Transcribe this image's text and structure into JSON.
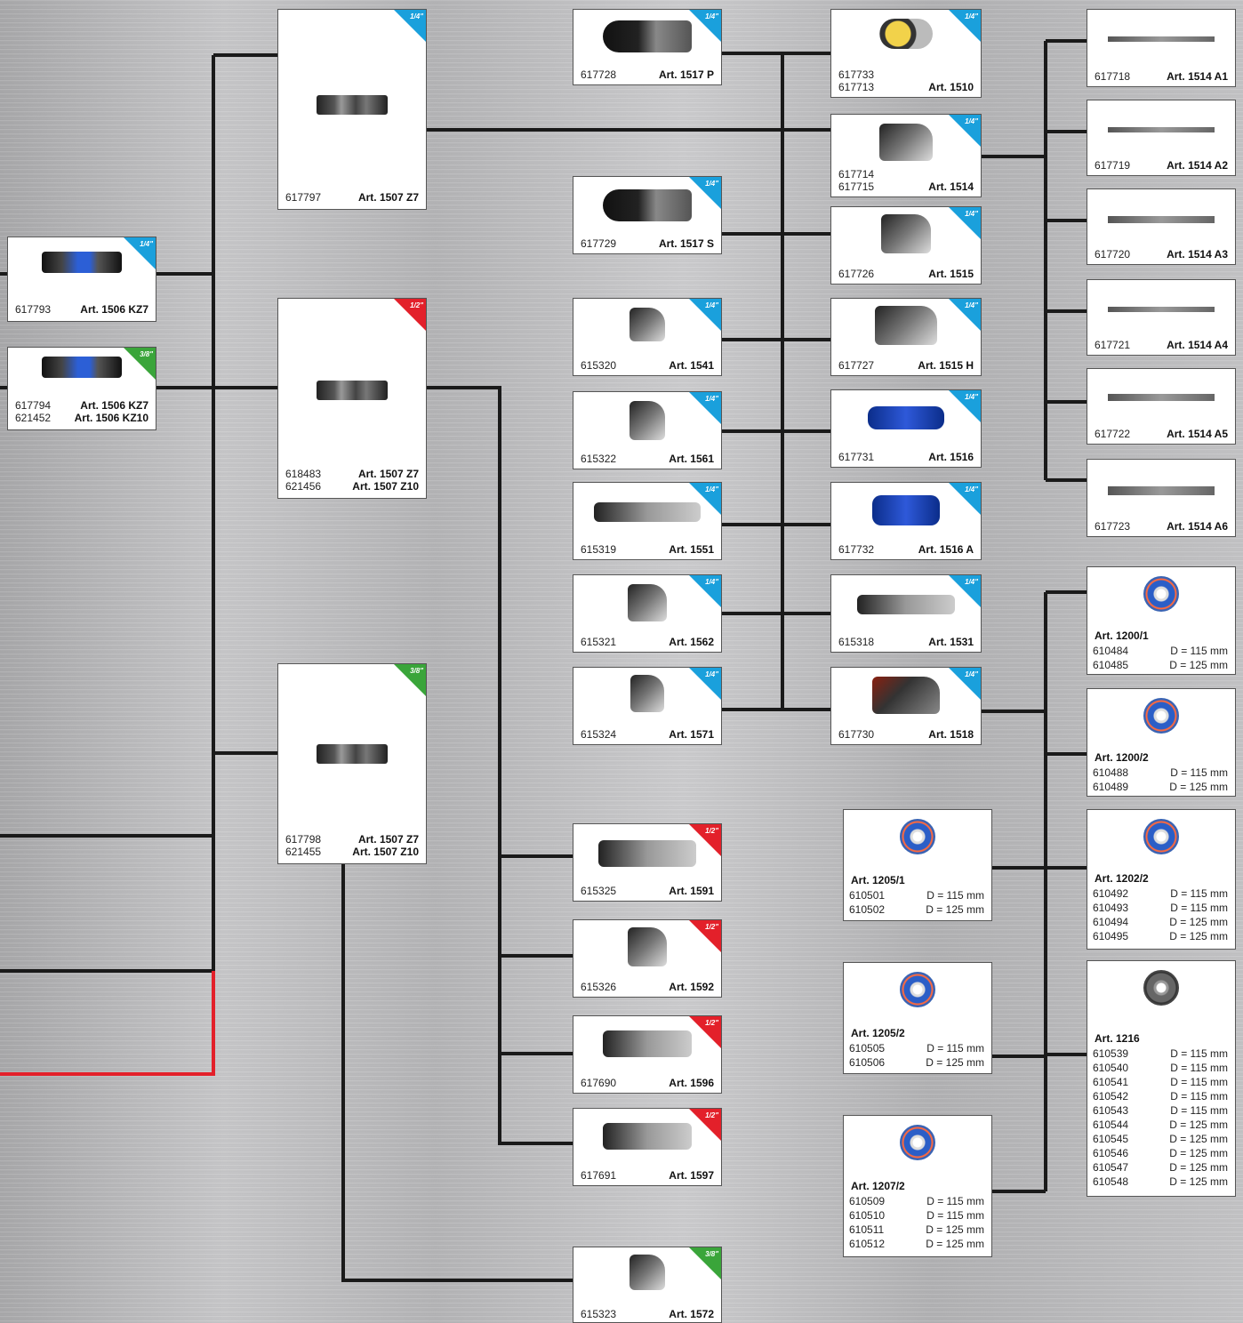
{
  "colors": {
    "line": "#111111",
    "red_line": "#e3202a",
    "badge_blue": "#1aa0dc",
    "badge_red": "#e3202a",
    "badge_green": "#3aa53a"
  },
  "cards": [
    {
      "id": "c1506kz7",
      "codes": [
        "617793"
      ],
      "arts": [
        "Art. 1506 KZ7"
      ],
      "badge": "1/4\"",
      "icon": "coupler-blue-icon"
    },
    {
      "id": "c1506kz10",
      "codes": [
        "617794",
        "621452"
      ],
      "arts": [
        "Art. 1506 KZ7",
        "Art. 1506 KZ10"
      ],
      "badge": "3/8\"",
      "icon": "coupler-blue-icon"
    },
    {
      "id": "c1507a",
      "codes": [
        "617797"
      ],
      "arts": [
        "Art. 1507 Z7"
      ],
      "badge": "1/4\"",
      "icon": "coupler-icon"
    },
    {
      "id": "c1507b",
      "codes": [
        "618483",
        "621456"
      ],
      "arts": [
        "Art. 1507 Z7",
        "Art. 1507 Z10"
      ],
      "badge": "1/2\"",
      "icon": "coupler-icon"
    },
    {
      "id": "c1507c",
      "codes": [
        "617798",
        "621455"
      ],
      "arts": [
        "Art. 1507 Z7",
        "Art. 1507 Z10"
      ],
      "badge": "3/8\"",
      "icon": "coupler-icon"
    },
    {
      "id": "c1517p",
      "codes": [
        "617728"
      ],
      "arts": [
        "Art. 1517 P"
      ],
      "badge": "1/4\"",
      "icon": "sander-icon"
    },
    {
      "id": "c1517s",
      "codes": [
        "617729"
      ],
      "arts": [
        "Art. 1517 S"
      ],
      "badge": "1/4\"",
      "icon": "sander-icon"
    },
    {
      "id": "c1541",
      "codes": [
        "615320"
      ],
      "arts": [
        "Art. 1541"
      ],
      "badge": "1/4\"",
      "icon": "impact-wrench-icon"
    },
    {
      "id": "c1561",
      "codes": [
        "615322"
      ],
      "arts": [
        "Art. 1561"
      ],
      "badge": "1/4\"",
      "icon": "impact-wrench-icon"
    },
    {
      "id": "c1551",
      "codes": [
        "615319"
      ],
      "arts": [
        "Art. 1551"
      ],
      "badge": "1/4\"",
      "icon": "ratchet-icon"
    },
    {
      "id": "c1562",
      "codes": [
        "615321"
      ],
      "arts": [
        "Art. 1562"
      ],
      "badge": "1/4\"",
      "icon": "impact-wrench-icon"
    },
    {
      "id": "c1571",
      "codes": [
        "615324"
      ],
      "arts": [
        "Art. 1571"
      ],
      "badge": "1/4\"",
      "icon": "impact-wrench-icon"
    },
    {
      "id": "c1591",
      "codes": [
        "615325"
      ],
      "arts": [
        "Art. 1591"
      ],
      "badge": "1/2\"",
      "icon": "long-impact-wrench-icon"
    },
    {
      "id": "c1592",
      "codes": [
        "615326"
      ],
      "arts": [
        "Art. 1592"
      ],
      "badge": "1/2\"",
      "icon": "impact-wrench-icon"
    },
    {
      "id": "c1596",
      "codes": [
        "617690"
      ],
      "arts": [
        "Art. 1596"
      ],
      "badge": "1/2\"",
      "icon": "long-impact-wrench-icon"
    },
    {
      "id": "c1597",
      "codes": [
        "617691"
      ],
      "arts": [
        "Art. 1597"
      ],
      "badge": "1/2\"",
      "icon": "long-impact-wrench-icon"
    },
    {
      "id": "c1572",
      "codes": [
        "615323"
      ],
      "arts": [
        "Art. 1572"
      ],
      "badge": "3/8\"",
      "icon": "impact-wrench-icon"
    },
    {
      "id": "c1510",
      "codes": [
        "617733",
        "617713"
      ],
      "arts": [
        "Art. 1510"
      ],
      "badge": "1/4\"",
      "icon": "polisher-icon"
    },
    {
      "id": "c1514",
      "codes": [
        "617714",
        "617715"
      ],
      "arts": [
        "Art. 1514"
      ],
      "badge": "1/4\"",
      "icon": "chisel-hammer-icon"
    },
    {
      "id": "c1515",
      "codes": [
        "617726"
      ],
      "arts": [
        "Art. 1515"
      ],
      "badge": "1/4\"",
      "icon": "drill-icon"
    },
    {
      "id": "c1515h",
      "codes": [
        "617727"
      ],
      "arts": [
        "Art. 1515 H"
      ],
      "badge": "1/4\"",
      "icon": "drill-icon"
    },
    {
      "id": "c1516",
      "codes": [
        "617731"
      ],
      "arts": [
        "Art. 1516"
      ],
      "badge": "1/4\"",
      "icon": "die-grinder-icon"
    },
    {
      "id": "c1516a",
      "codes": [
        "617732"
      ],
      "arts": [
        "Art. 1516 A"
      ],
      "badge": "1/4\"",
      "icon": "angle-grinder-icon"
    },
    {
      "id": "c1531",
      "codes": [
        "615318"
      ],
      "arts": [
        "Art. 1531"
      ],
      "badge": "1/4\"",
      "icon": "ratchet-icon"
    },
    {
      "id": "c1518",
      "codes": [
        "617730"
      ],
      "arts": [
        "Art. 1518"
      ],
      "badge": "1/4\"",
      "icon": "angle-grinder-icon"
    },
    {
      "id": "c1514a1",
      "codes": [
        "617718"
      ],
      "arts": [
        "Art. 1514 A1"
      ],
      "badge": "",
      "icon": "chisel-icon"
    },
    {
      "id": "c1514a2",
      "codes": [
        "617719"
      ],
      "arts": [
        "Art. 1514 A2"
      ],
      "badge": "",
      "icon": "chisel-icon"
    },
    {
      "id": "c1514a3",
      "codes": [
        "617720"
      ],
      "arts": [
        "Art. 1514 A3"
      ],
      "badge": "",
      "icon": "chisel-icon"
    },
    {
      "id": "c1514a4",
      "codes": [
        "617721"
      ],
      "arts": [
        "Art. 1514 A4"
      ],
      "badge": "",
      "icon": "chisel-icon"
    },
    {
      "id": "c1514a5",
      "codes": [
        "617722"
      ],
      "arts": [
        "Art. 1514 A5"
      ],
      "badge": "",
      "icon": "chisel-icon"
    },
    {
      "id": "c1514a6",
      "codes": [
        "617723"
      ],
      "arts": [
        "Art. 1514 A6"
      ],
      "badge": "",
      "icon": "chisel-icon"
    }
  ],
  "discs": [
    {
      "id": "d1200_1",
      "title": "Art. 1200/1",
      "rows": [
        [
          "610484",
          "D = 115 mm"
        ],
        [
          "610485",
          "D = 125 mm"
        ]
      ],
      "icon": "cutting-disc-icon"
    },
    {
      "id": "d1200_2",
      "title": "Art. 1200/2",
      "rows": [
        [
          "610488",
          "D = 115 mm"
        ],
        [
          "610489",
          "D = 125 mm"
        ]
      ],
      "icon": "cutting-disc-icon"
    },
    {
      "id": "d1202_2",
      "title": "Art. 1202/2",
      "rows": [
        [
          "610492",
          "D = 115 mm"
        ],
        [
          "610493",
          "D = 115 mm"
        ],
        [
          "610494",
          "D = 125 mm"
        ],
        [
          "610495",
          "D = 125 mm"
        ]
      ],
      "icon": "cutting-disc-icon"
    },
    {
      "id": "d1216",
      "title": "Art. 1216",
      "rows": [
        [
          "610539",
          "D = 115 mm"
        ],
        [
          "610540",
          "D = 115 mm"
        ],
        [
          "610541",
          "D = 115 mm"
        ],
        [
          "610542",
          "D = 115 mm"
        ],
        [
          "610543",
          "D = 115 mm"
        ],
        [
          "610544",
          "D = 125 mm"
        ],
        [
          "610545",
          "D = 125 mm"
        ],
        [
          "610546",
          "D = 125 mm"
        ],
        [
          "610547",
          "D = 125 mm"
        ],
        [
          "610548",
          "D = 125 mm"
        ]
      ],
      "icon": "grinding-disc-icon"
    },
    {
      "id": "d1205_1",
      "title": "Art. 1205/1",
      "rows": [
        [
          "610501",
          "D = 115 mm"
        ],
        [
          "610502",
          "D = 125 mm"
        ]
      ],
      "icon": "cutting-disc-icon"
    },
    {
      "id": "d1205_2",
      "title": "Art. 1205/2",
      "rows": [
        [
          "610505",
          "D = 115 mm"
        ],
        [
          "610506",
          "D = 125 mm"
        ]
      ],
      "icon": "cutting-disc-icon"
    },
    {
      "id": "d1207_2",
      "title": "Art. 1207/2",
      "rows": [
        [
          "610509",
          "D = 115 mm"
        ],
        [
          "610510",
          "D = 115 mm"
        ],
        [
          "610511",
          "D = 125 mm"
        ],
        [
          "610512",
          "D = 125 mm"
        ]
      ],
      "icon": "cutting-disc-icon"
    }
  ]
}
